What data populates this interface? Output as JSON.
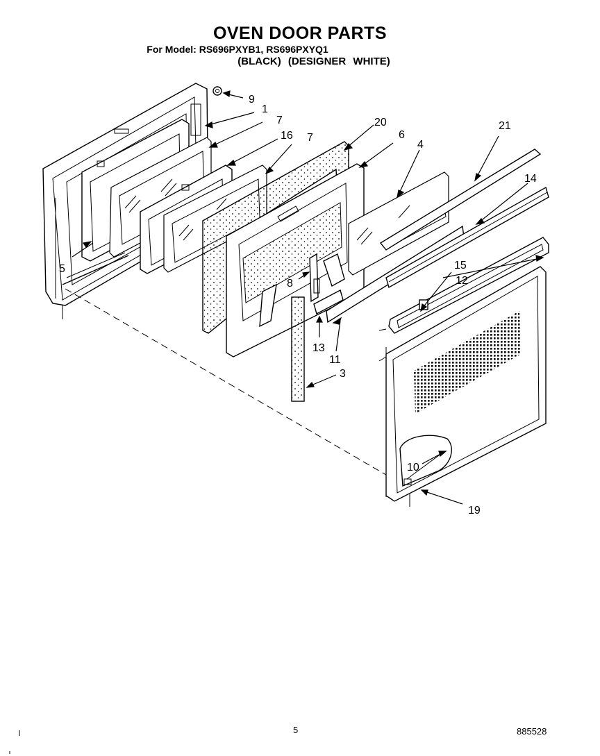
{
  "header": {
    "title": "OVEN DOOR PARTS",
    "model_line": "For Model: RS696PXYB1, RS696PXYQ1",
    "variants": "(BLACK)   (DESIGNER WHITE)"
  },
  "footer": {
    "page_number": "5",
    "document_code": "885528"
  },
  "callouts": {
    "c1": "1",
    "c3": "3",
    "c4": "4",
    "c5": "5",
    "c6": "6",
    "c7a": "7",
    "c7b": "7",
    "c8": "8",
    "c9": "9",
    "c10": "10",
    "c11": "11",
    "c12": "12",
    "c13": "13",
    "c14": "14",
    "c15": "15",
    "c16": "16",
    "c19": "19",
    "c20": "20",
    "c21": "21"
  }
}
